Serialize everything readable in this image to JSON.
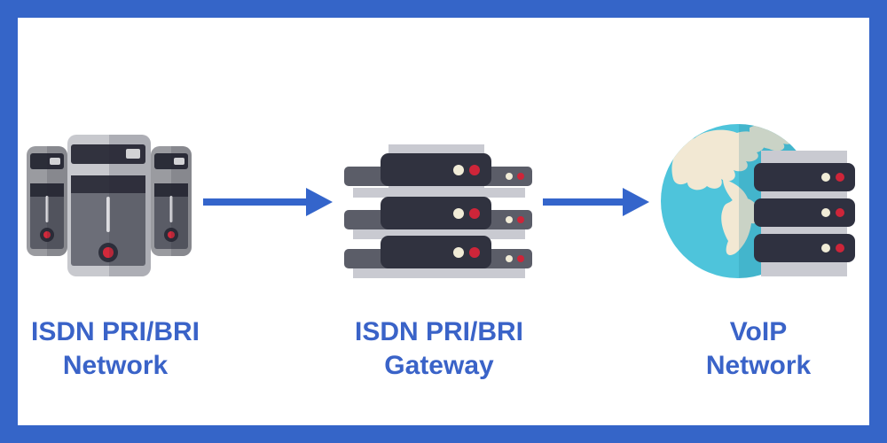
{
  "diagram": {
    "nodes": [
      {
        "id": "isdn-pri-bri-network",
        "label_line1": "ISDN PRI/BRI",
        "label_line2": "Network",
        "icon": "computer-towers-icon"
      },
      {
        "id": "isdn-pri-bri-gateway",
        "label_line1": "ISDN PRI/BRI",
        "label_line2": "Gateway",
        "icon": "server-rack-icon"
      },
      {
        "id": "voip-network",
        "label_line1": "VoIP",
        "label_line2": "Network",
        "icon": "globe-server-icon"
      }
    ],
    "connectors": [
      {
        "from": "isdn-pri-bri-network",
        "to": "isdn-pri-bri-gateway",
        "shape": "arrow-right-icon"
      },
      {
        "from": "isdn-pri-bri-gateway",
        "to": "voip-network",
        "shape": "arrow-right-icon"
      }
    ],
    "colors": {
      "frame_border": "#3565C8",
      "label_text": "#3A63C8",
      "arrow": "#3465CB",
      "server_navy": "#30323F",
      "server_gray_wing": "#5B5D68",
      "panel_light_gray": "#C9CAD1",
      "tower_casing_light": "#C8C9CE",
      "tower_casing_dark": "#9A9BA0",
      "tower_body": "#6C6E78",
      "led_cream": "#F1ECD7",
      "led_red": "#CE2539",
      "knob_red": "#D2293B",
      "globe_sea_teal": "#4EC4DB",
      "globe_land_cream": "#F2E8D3",
      "background": "#FFFFFF"
    }
  }
}
